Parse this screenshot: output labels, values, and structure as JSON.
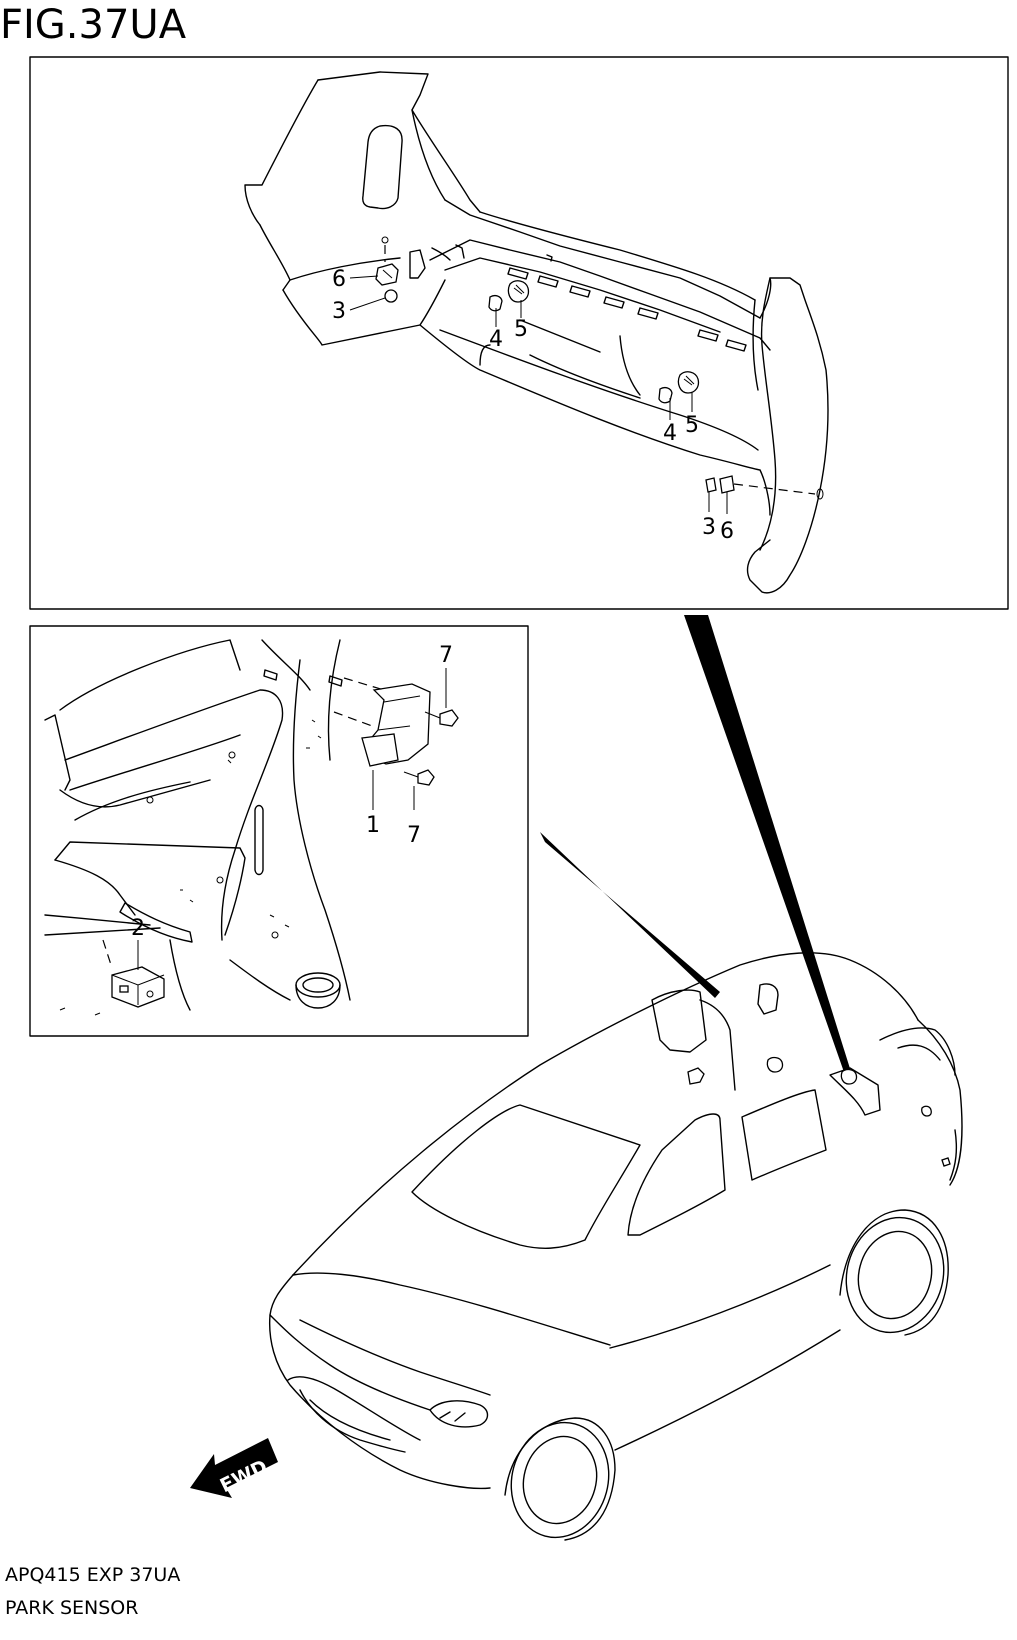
{
  "figure": {
    "title": "FIG.37UA",
    "code": "APQ415 EXP 37UA",
    "name": "PARK SENSOR"
  },
  "bumper_callouts": [
    {
      "part": "6"
    },
    {
      "part": "3"
    },
    {
      "part": "4"
    },
    {
      "part": "5"
    },
    {
      "part": "4"
    },
    {
      "part": "5"
    },
    {
      "part": "3"
    },
    {
      "part": "6"
    }
  ],
  "inset_callouts": [
    {
      "part": "7"
    },
    {
      "part": "1"
    },
    {
      "part": "7"
    },
    {
      "part": "2"
    }
  ],
  "direction_label": "FWD",
  "colors": {
    "line": "#000000",
    "background": "#ffffff"
  }
}
